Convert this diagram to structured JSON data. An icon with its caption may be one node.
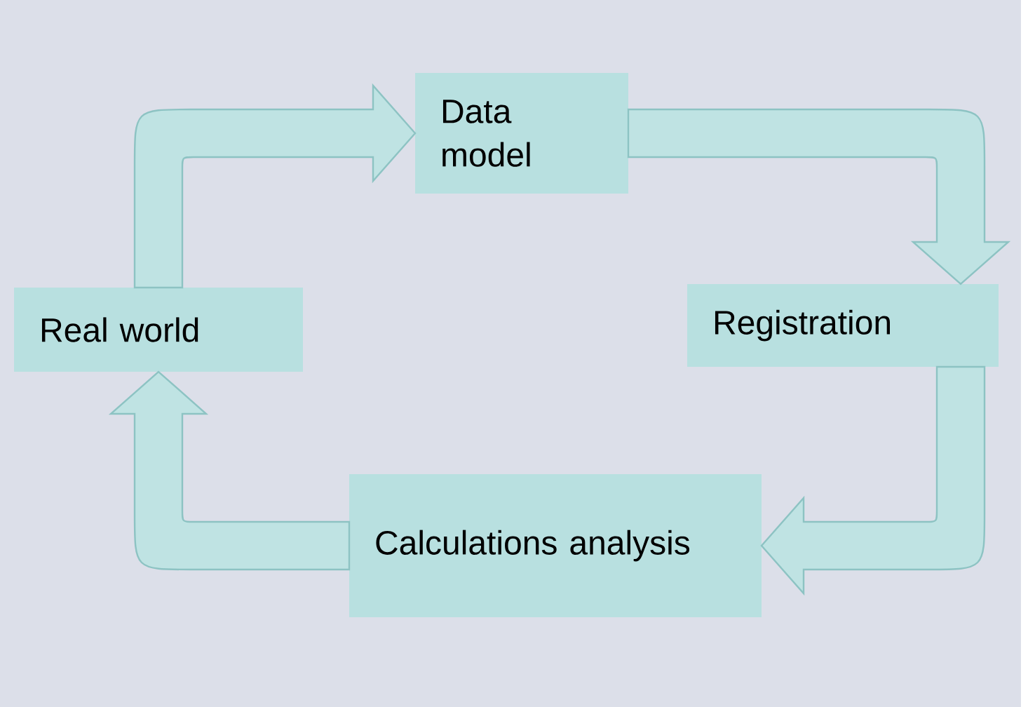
{
  "diagram": {
    "nodes": [
      {
        "text": [
          "Data model"
        ]
      },
      {
        "text": [
          "Registration"
        ]
      },
      {
        "text": [
          "Calculations analysis"
        ]
      },
      {
        "text": [
          "Real world"
        ]
      }
    ],
    "edges": [
      {
        "from": 3,
        "to": 0,
        "arrow": "to"
      },
      {
        "from": 0,
        "to": 1,
        "arrow": "to"
      },
      {
        "from": 1,
        "to": 2,
        "arrow": "to"
      },
      {
        "from": 2,
        "to": 3,
        "arrow": "to"
      }
    ]
  }
}
